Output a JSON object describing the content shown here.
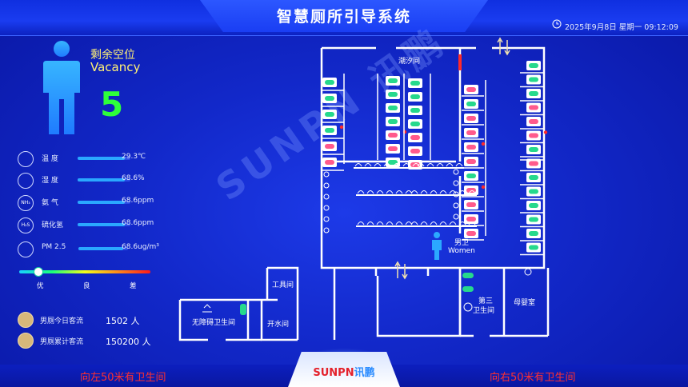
{
  "header": {
    "title": "智慧厕所引导系统",
    "datetime": "2025年9月8日 星期一 09:12:09"
  },
  "vacancy": {
    "label_cn": "剩余空位",
    "label_en": "Vacancy",
    "count": "5",
    "color": "#2eff3b"
  },
  "environment": [
    {
      "icon": "thermometer-icon",
      "label": "温  度",
      "value": "29.3℃",
      "level": 0.9
    },
    {
      "icon": "humidity-icon",
      "label": "湿  度",
      "value": "68.6%",
      "level": 0.9
    },
    {
      "icon": "nh3-icon",
      "icon_text": "NH₃",
      "label": "氨  气",
      "value": "68.6ppm",
      "level": 0.9
    },
    {
      "icon": "h2s-icon",
      "icon_text": "H₂S",
      "label": "硫化氢",
      "value": "68.6ppm",
      "level": 0.9
    },
    {
      "icon": "pm25-icon",
      "label": "PM 2.5",
      "value": "68.6ug/m³",
      "level": 0.9
    }
  ],
  "air_quality": {
    "labels": [
      "优",
      "良",
      "差"
    ],
    "level": 0.14
  },
  "traffic": [
    {
      "icon": "crowd-icon",
      "label": "男厕今日客流",
      "value": "1502 人"
    },
    {
      "icon": "crowd-icon",
      "label": "男厕累计客流",
      "value": "150200 人"
    }
  ],
  "rooms": {
    "tide": "潮汐间",
    "mens": "男卫",
    "women": "Women",
    "tools": "工具间",
    "accessible": "无障碍卫生间",
    "water": "开水间",
    "third_1": "第三",
    "third_2": "卫生间",
    "mother": "母婴室"
  },
  "footer": {
    "brand_en": "SUNPN",
    "brand_cn": "讯鹏",
    "nav_left": "向左50米有卫生间",
    "nav_right": "向右50米有卫生间"
  },
  "watermark": "SUNPN 讯鹏",
  "colors": {
    "occupied": "#ff5a8c",
    "vacant": "#26d98c",
    "vacancy": "#2eff3b",
    "alert": "#ff2a2a"
  }
}
